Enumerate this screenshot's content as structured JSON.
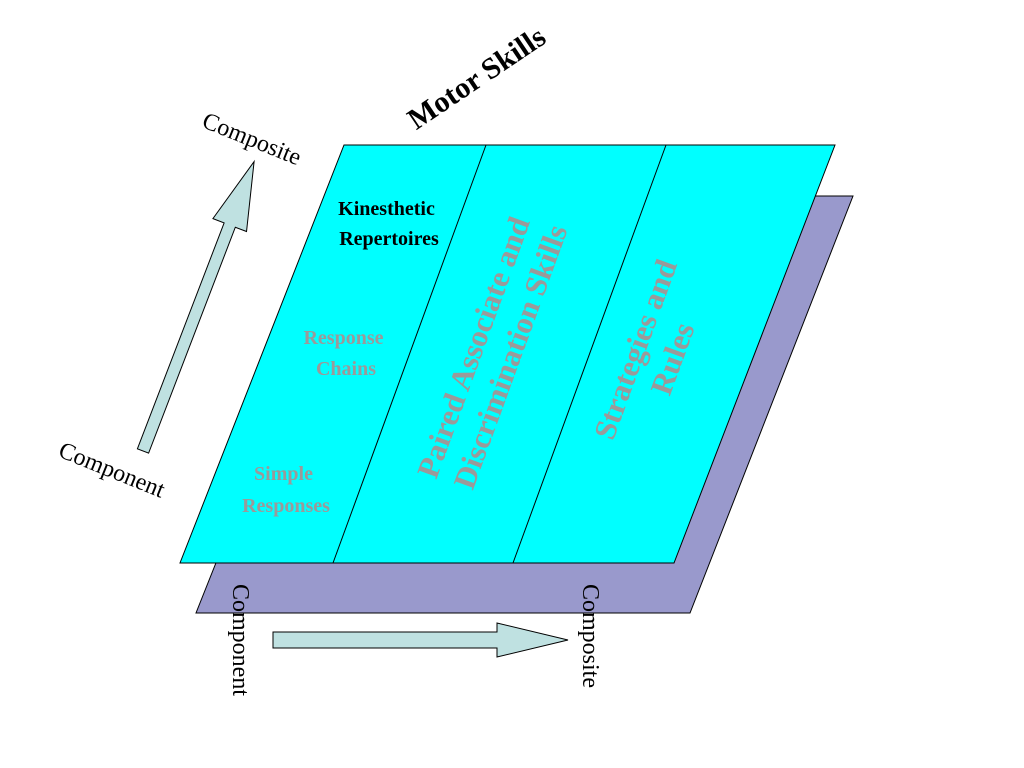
{
  "title": "Motor Skills",
  "vertical_axis": {
    "start": "Component",
    "end": "Composite"
  },
  "horizontal_axis": {
    "start": "Component",
    "end": "Composite"
  },
  "columns": [
    {
      "items": [
        {
          "lines": [
            "Kinesthetic",
            "Repertoires"
          ]
        },
        {
          "lines": [
            "Response",
            "Chains"
          ]
        },
        {
          "lines": [
            "Simple",
            "Responses"
          ]
        }
      ]
    },
    {
      "lines": [
        "Paired Associate and",
        "Discrimination Skills"
      ]
    },
    {
      "lines": [
        "Strategies and",
        "Rules"
      ]
    }
  ],
  "colors": {
    "front_plane": "#00ffff",
    "back_plane": "#9999cc",
    "arrow_fill": "#bfe1e1",
    "outline": "#000000",
    "active_label": "#000000",
    "inactive_label": "#9a9a9a"
  }
}
